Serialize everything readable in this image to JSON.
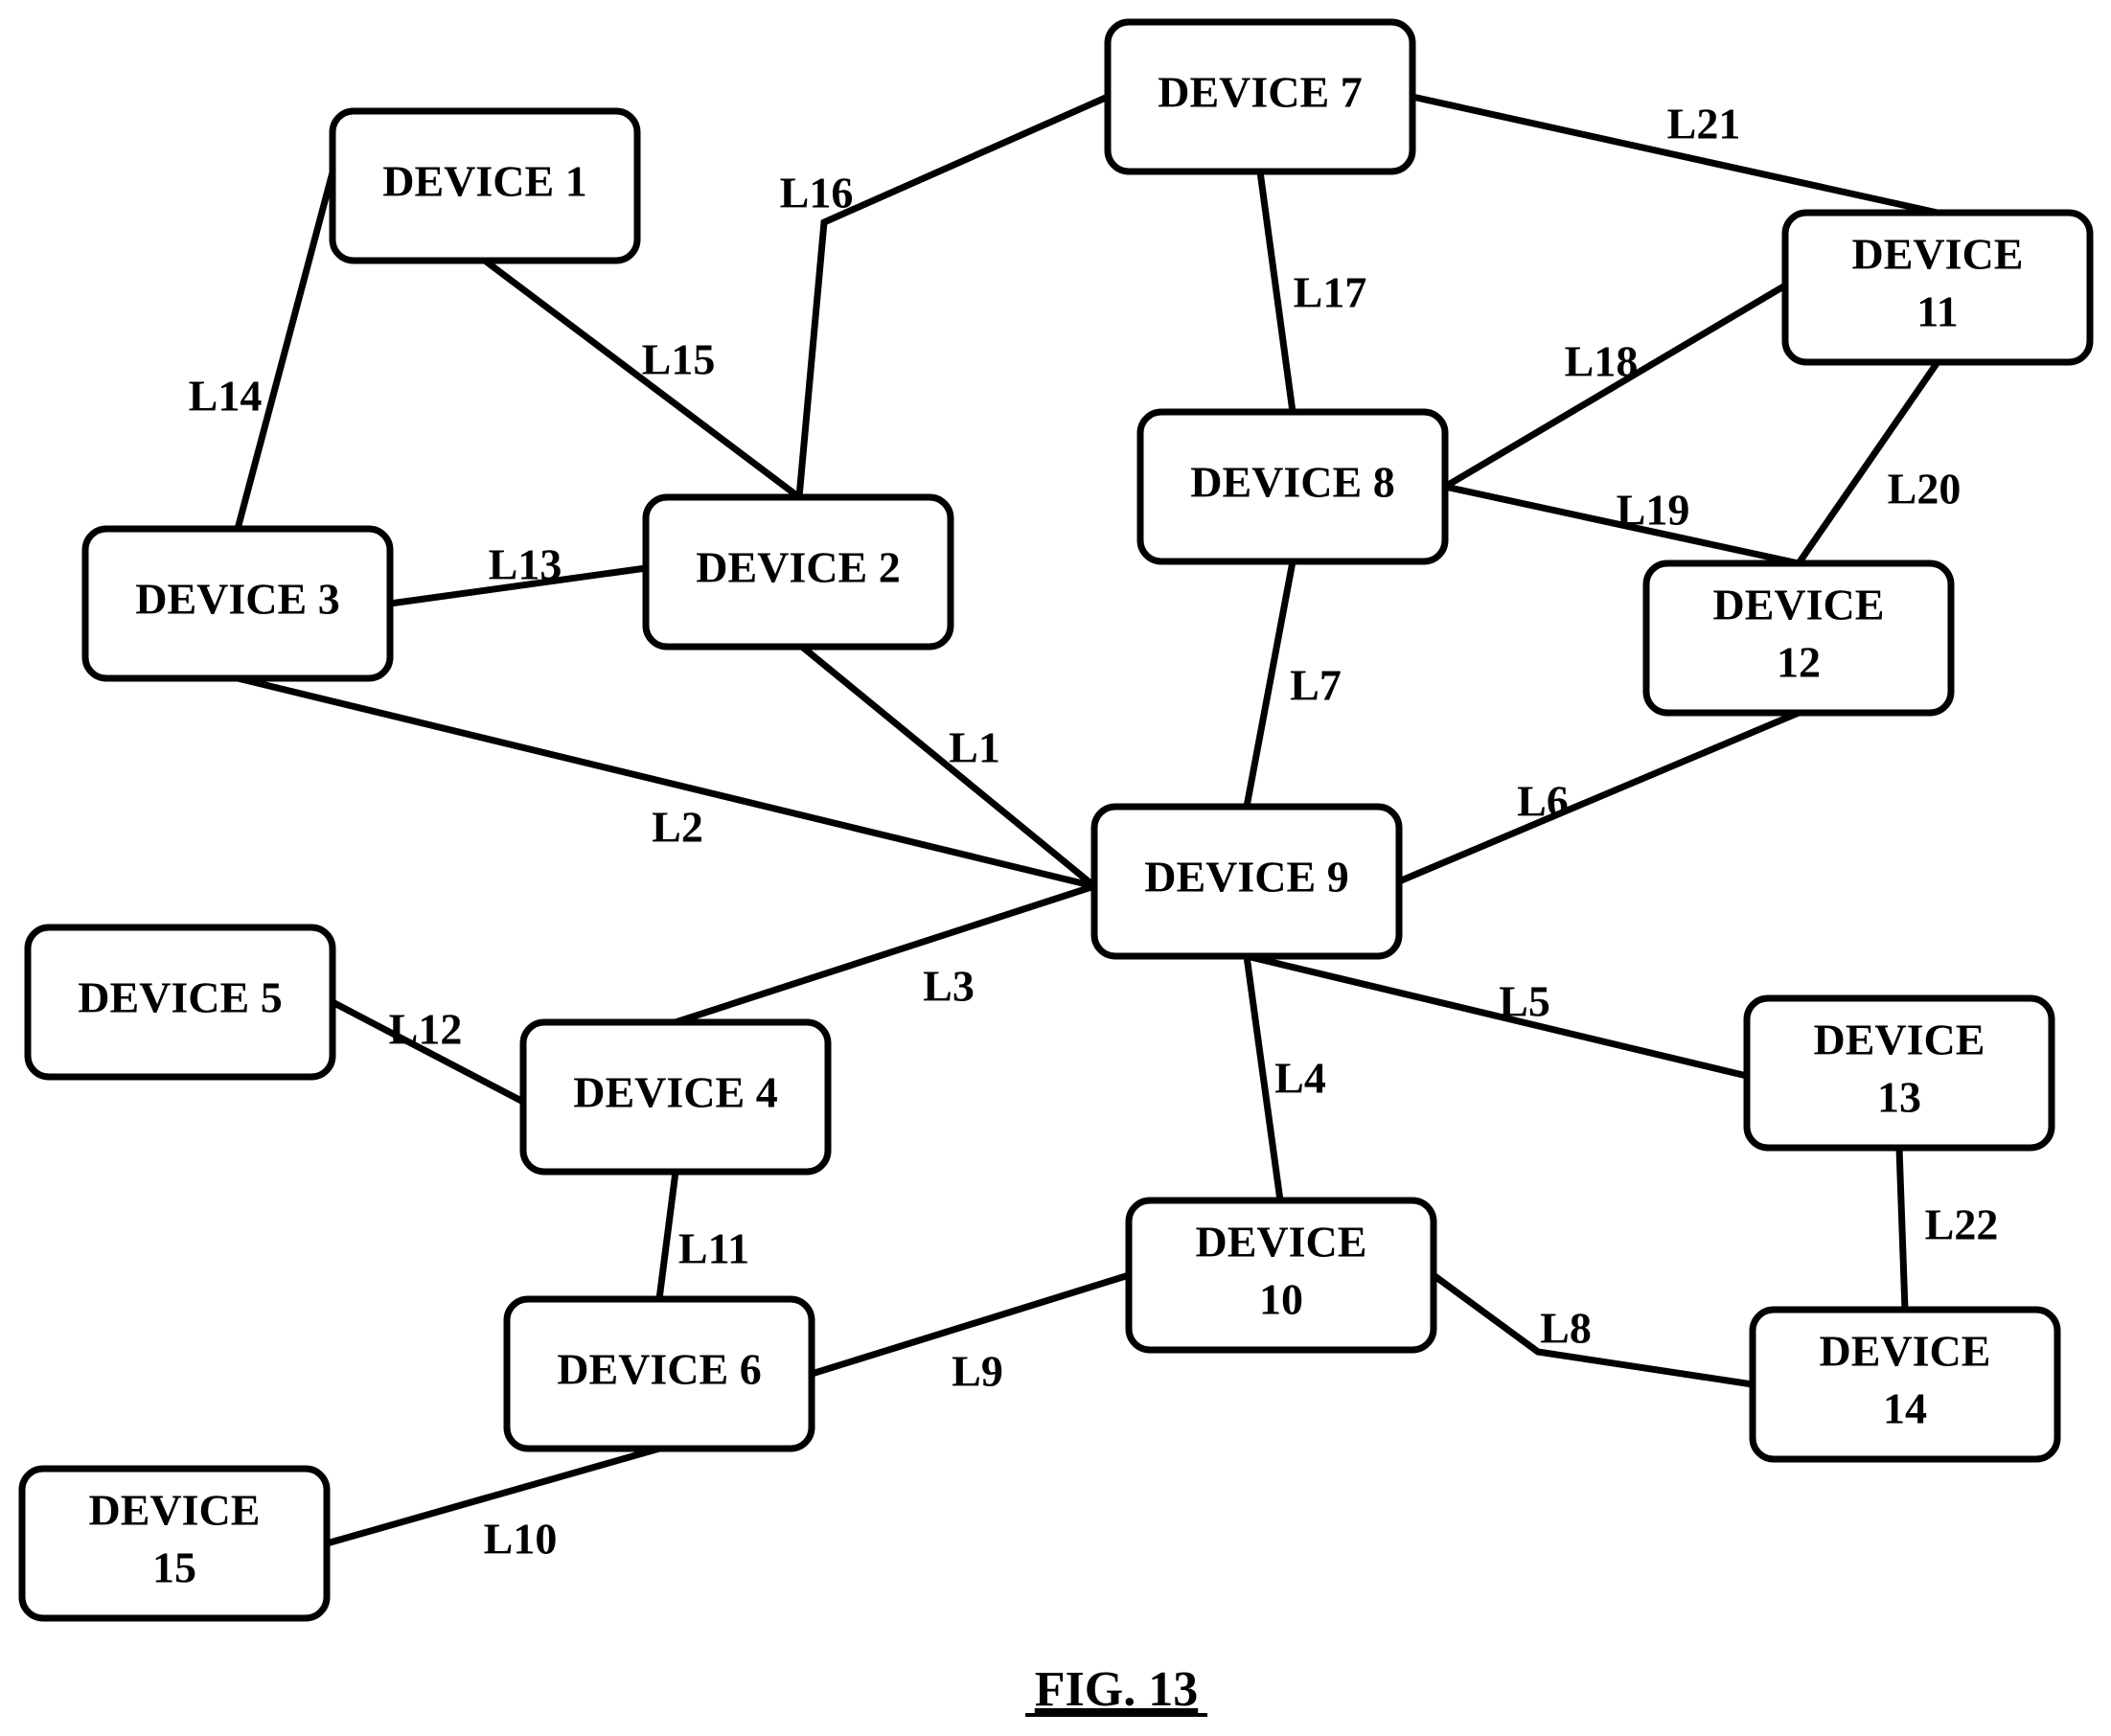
{
  "figure": {
    "caption": "FIG. 13"
  },
  "nodes": [
    {
      "id": "d1",
      "lines": [
        "DEVICE 1"
      ]
    },
    {
      "id": "d2",
      "lines": [
        "DEVICE 2"
      ]
    },
    {
      "id": "d3",
      "lines": [
        "DEVICE 3"
      ]
    },
    {
      "id": "d4",
      "lines": [
        "DEVICE 4"
      ]
    },
    {
      "id": "d5",
      "lines": [
        "DEVICE 5"
      ]
    },
    {
      "id": "d6",
      "lines": [
        "DEVICE 6"
      ]
    },
    {
      "id": "d7",
      "lines": [
        "DEVICE 7"
      ]
    },
    {
      "id": "d8",
      "lines": [
        "DEVICE 8"
      ]
    },
    {
      "id": "d9",
      "lines": [
        "DEVICE 9"
      ]
    },
    {
      "id": "d10",
      "lines": [
        "DEVICE",
        "10"
      ]
    },
    {
      "id": "d11",
      "lines": [
        "DEVICE",
        "11"
      ]
    },
    {
      "id": "d12",
      "lines": [
        "DEVICE",
        "12"
      ]
    },
    {
      "id": "d13",
      "lines": [
        "DEVICE",
        "13"
      ]
    },
    {
      "id": "d14",
      "lines": [
        "DEVICE",
        "14"
      ]
    },
    {
      "id": "d15",
      "lines": [
        "DEVICE",
        "15"
      ]
    }
  ],
  "edges": [
    {
      "label": "L1",
      "from": "d2",
      "to": "d9"
    },
    {
      "label": "L2",
      "from": "d3",
      "to": "d9"
    },
    {
      "label": "L3",
      "from": "d4",
      "to": "d9"
    },
    {
      "label": "L4",
      "from": "d9",
      "to": "d10"
    },
    {
      "label": "L5",
      "from": "d9",
      "to": "d13"
    },
    {
      "label": "L6",
      "from": "d9",
      "to": "d12"
    },
    {
      "label": "L7",
      "from": "d8",
      "to": "d9"
    },
    {
      "label": "L8",
      "from": "d10",
      "to": "d14"
    },
    {
      "label": "L9",
      "from": "d6",
      "to": "d10"
    },
    {
      "label": "L10",
      "from": "d15",
      "to": "d6"
    },
    {
      "label": "L11",
      "from": "d4",
      "to": "d6"
    },
    {
      "label": "L12",
      "from": "d5",
      "to": "d4"
    },
    {
      "label": "L13",
      "from": "d3",
      "to": "d2"
    },
    {
      "label": "L14",
      "from": "d1",
      "to": "d3"
    },
    {
      "label": "L15",
      "from": "d1",
      "to": "d2"
    },
    {
      "label": "L16",
      "from": "d2",
      "to": "d7"
    },
    {
      "label": "L17",
      "from": "d7",
      "to": "d8"
    },
    {
      "label": "L18",
      "from": "d8",
      "to": "d11"
    },
    {
      "label": "L19",
      "from": "d8",
      "to": "d12"
    },
    {
      "label": "L20",
      "from": "d11",
      "to": "d12"
    },
    {
      "label": "L21",
      "from": "d7",
      "to": "d11"
    },
    {
      "label": "L22",
      "from": "d13",
      "to": "d14"
    }
  ]
}
